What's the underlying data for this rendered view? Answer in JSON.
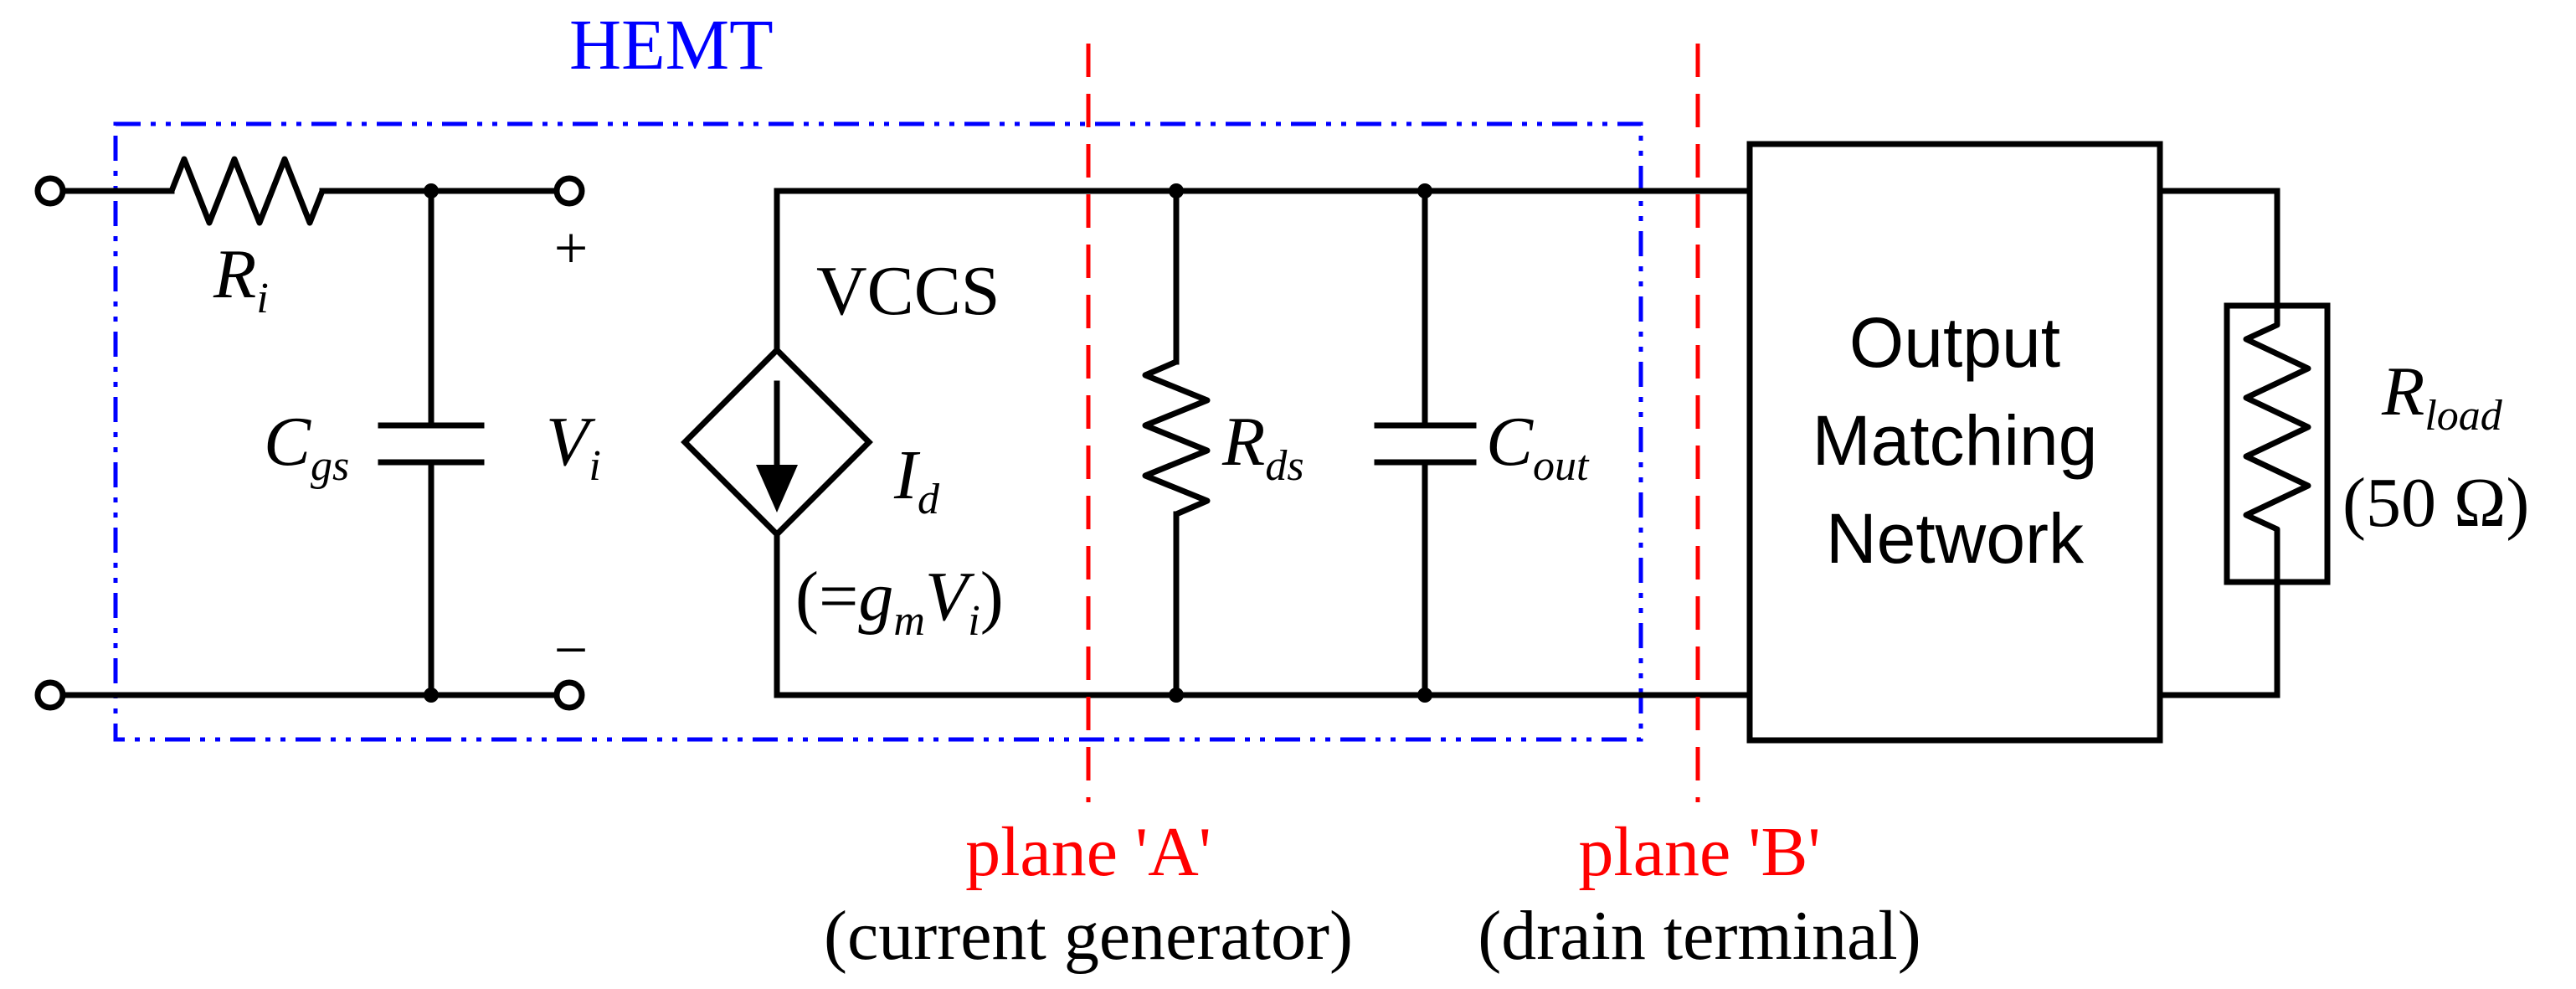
{
  "title": "HEMT",
  "components": {
    "r_input": {
      "symbol": "R",
      "sub": "i"
    },
    "c_gs": {
      "symbol": "C",
      "sub": "gs"
    },
    "v_i": {
      "symbol": "V",
      "sub": "i"
    },
    "plus": "+",
    "minus": "−",
    "vccs": "VCCS",
    "i_d": {
      "symbol": "I",
      "sub": "d"
    },
    "gm_expr": {
      "open": "(=",
      "g": "g",
      "m": "m",
      "v": "V",
      "i": "i",
      "close": ")"
    },
    "r_ds": {
      "symbol": "R",
      "sub": "ds"
    },
    "c_out": {
      "symbol": "C",
      "sub": "out"
    },
    "omn": {
      "line1": "Output",
      "line2": "Matching",
      "line3": "Network"
    },
    "r_load": {
      "symbol": "R",
      "sub": "load",
      "value": "(50 Ω)"
    }
  },
  "planes": {
    "a": {
      "label": "plane 'A'",
      "desc": "(current generator)"
    },
    "b": {
      "label": "plane 'B'",
      "desc": "(drain terminal)"
    }
  },
  "colors": {
    "hemt_box": "#0000ff",
    "planes": "#ff0000",
    "wire": "#000000"
  }
}
